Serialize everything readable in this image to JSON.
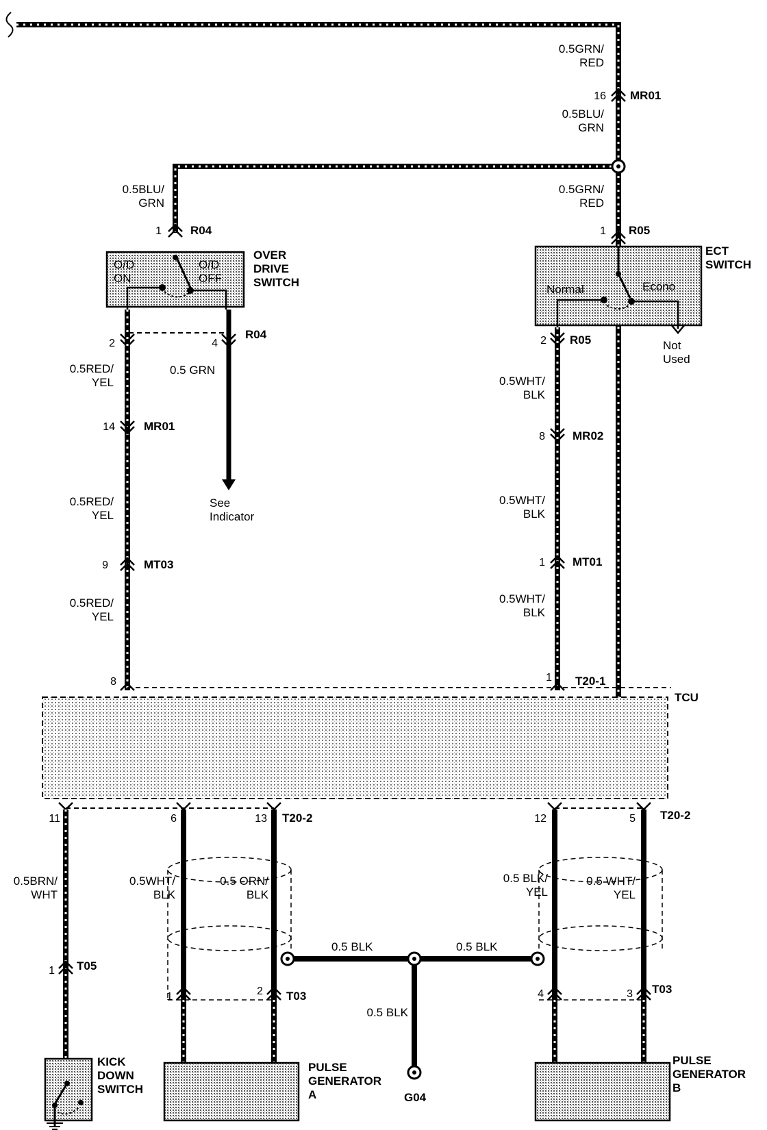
{
  "wires": {
    "top_grn_red": "0.5GRN/\nRED",
    "top_blu_grn": "0.5BLU/\nGRN",
    "od_blu_grn": "0.5BLU/\nGRN",
    "ect_grn_red": "0.5GRN/\nRED",
    "od_red_yel_1": "0.5RED/\nYEL",
    "od_red_yel_2": "0.5RED/\nYEL",
    "od_red_yel_3": "0.5RED/\nYEL",
    "od_grn": "0.5 GRN",
    "ect_wht_blk_1": "0.5WHT/\nBLK",
    "ect_wht_blk_2": "0.5WHT/\nBLK",
    "ect_wht_blk_3": "0.5WHT/\nBLK",
    "kd_brn_wht": "0.5BRN/\nWHT",
    "pga_wht_blk": "0.5WHT/\nBLK",
    "pga_orn_blk": "0.5 ORN/\nBLK",
    "pgb_blk_yel": "0.5 BLK/\nYEL",
    "pgb_wht_yel": "0.5 WHT/\nYEL",
    "gnd_left": "0.5 BLK",
    "gnd_right": "0.5 BLK",
    "gnd_down": "0.5 BLK"
  },
  "connectors": {
    "mr01_top": "MR01",
    "mr01_top_pin": "16",
    "r04_top": "R04",
    "r04_top_pin": "1",
    "r05_top": "R05",
    "r05_top_pin": "1",
    "r04_bottom": "R04",
    "r04_pin2": "2",
    "r04_pin4": "4",
    "r05_bottom": "R05",
    "r05_pin2": "2",
    "mr01_mid": "MR01",
    "mr01_mid_pin": "14",
    "mt03": "MT03",
    "mt03_pin": "9",
    "mr02": "MR02",
    "mr02_pin": "8",
    "mt01": "MT01",
    "mt01_pin": "1",
    "t20_1": "T20-1",
    "t20_1_pin_left": "8",
    "t20_1_pin_right": "1",
    "t20_2_left": "T20-2",
    "t20_2_right": "T20-2",
    "t20_2_pins": [
      "11",
      "6",
      "13",
      "12",
      "5"
    ],
    "t05": "T05",
    "t05_pin": "1",
    "t03_a": "T03",
    "t03_a_pins": [
      "1",
      "2"
    ],
    "t03_b": "T03",
    "t03_b_pins": [
      "4",
      "3"
    ]
  },
  "components": {
    "od_switch": "OVER\nDRIVE\nSWITCH",
    "od_on": "O/D\nON",
    "od_off": "O/D\nOFF",
    "ect_switch": "ECT\nSWITCH",
    "ect_normal": "Normal",
    "ect_econo": "Econo",
    "not_used": "Not\nUsed",
    "see_indicator": "See\nIndicator",
    "tcu": "TCU",
    "kick_down": "KICK\nDOWN\nSWITCH",
    "pulse_a": "PULSE\nGENERATOR\nA",
    "pulse_b": "PULSE\nGENERATOR\nB",
    "ground": "G04"
  },
  "colors": {
    "wire": "#000000",
    "fill": "#d9d9d9",
    "background": "#ffffff"
  }
}
